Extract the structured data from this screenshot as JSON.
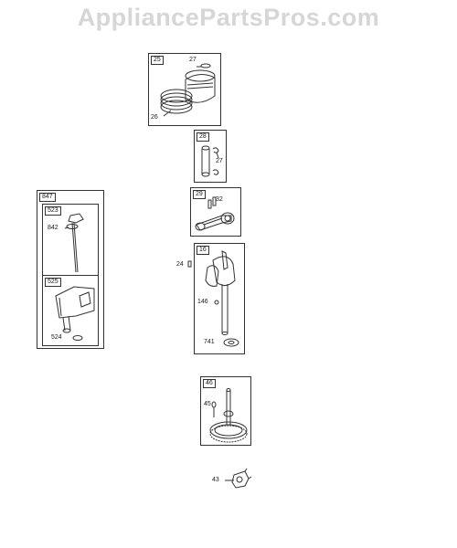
{
  "watermark": "AppliancePartsPros.com",
  "groups": {
    "piston": {
      "tag": "25",
      "callouts": [
        "27",
        "26"
      ]
    },
    "pin": {
      "tag": "28",
      "callouts": [
        "27"
      ]
    },
    "rod": {
      "tag": "29",
      "callouts": [
        "32"
      ]
    },
    "crank": {
      "tag": "16",
      "callouts": [
        "24",
        "146",
        "741"
      ]
    },
    "cam": {
      "tag": "46",
      "callouts": [
        "45"
      ]
    },
    "governor": {
      "callouts": [
        "43"
      ]
    },
    "dipstick_kit": {
      "tag": "847",
      "dipstick": {
        "tag": "523",
        "callouts": [
          "842"
        ]
      },
      "tube": {
        "tag": "525",
        "callouts": [
          "524"
        ]
      }
    }
  }
}
